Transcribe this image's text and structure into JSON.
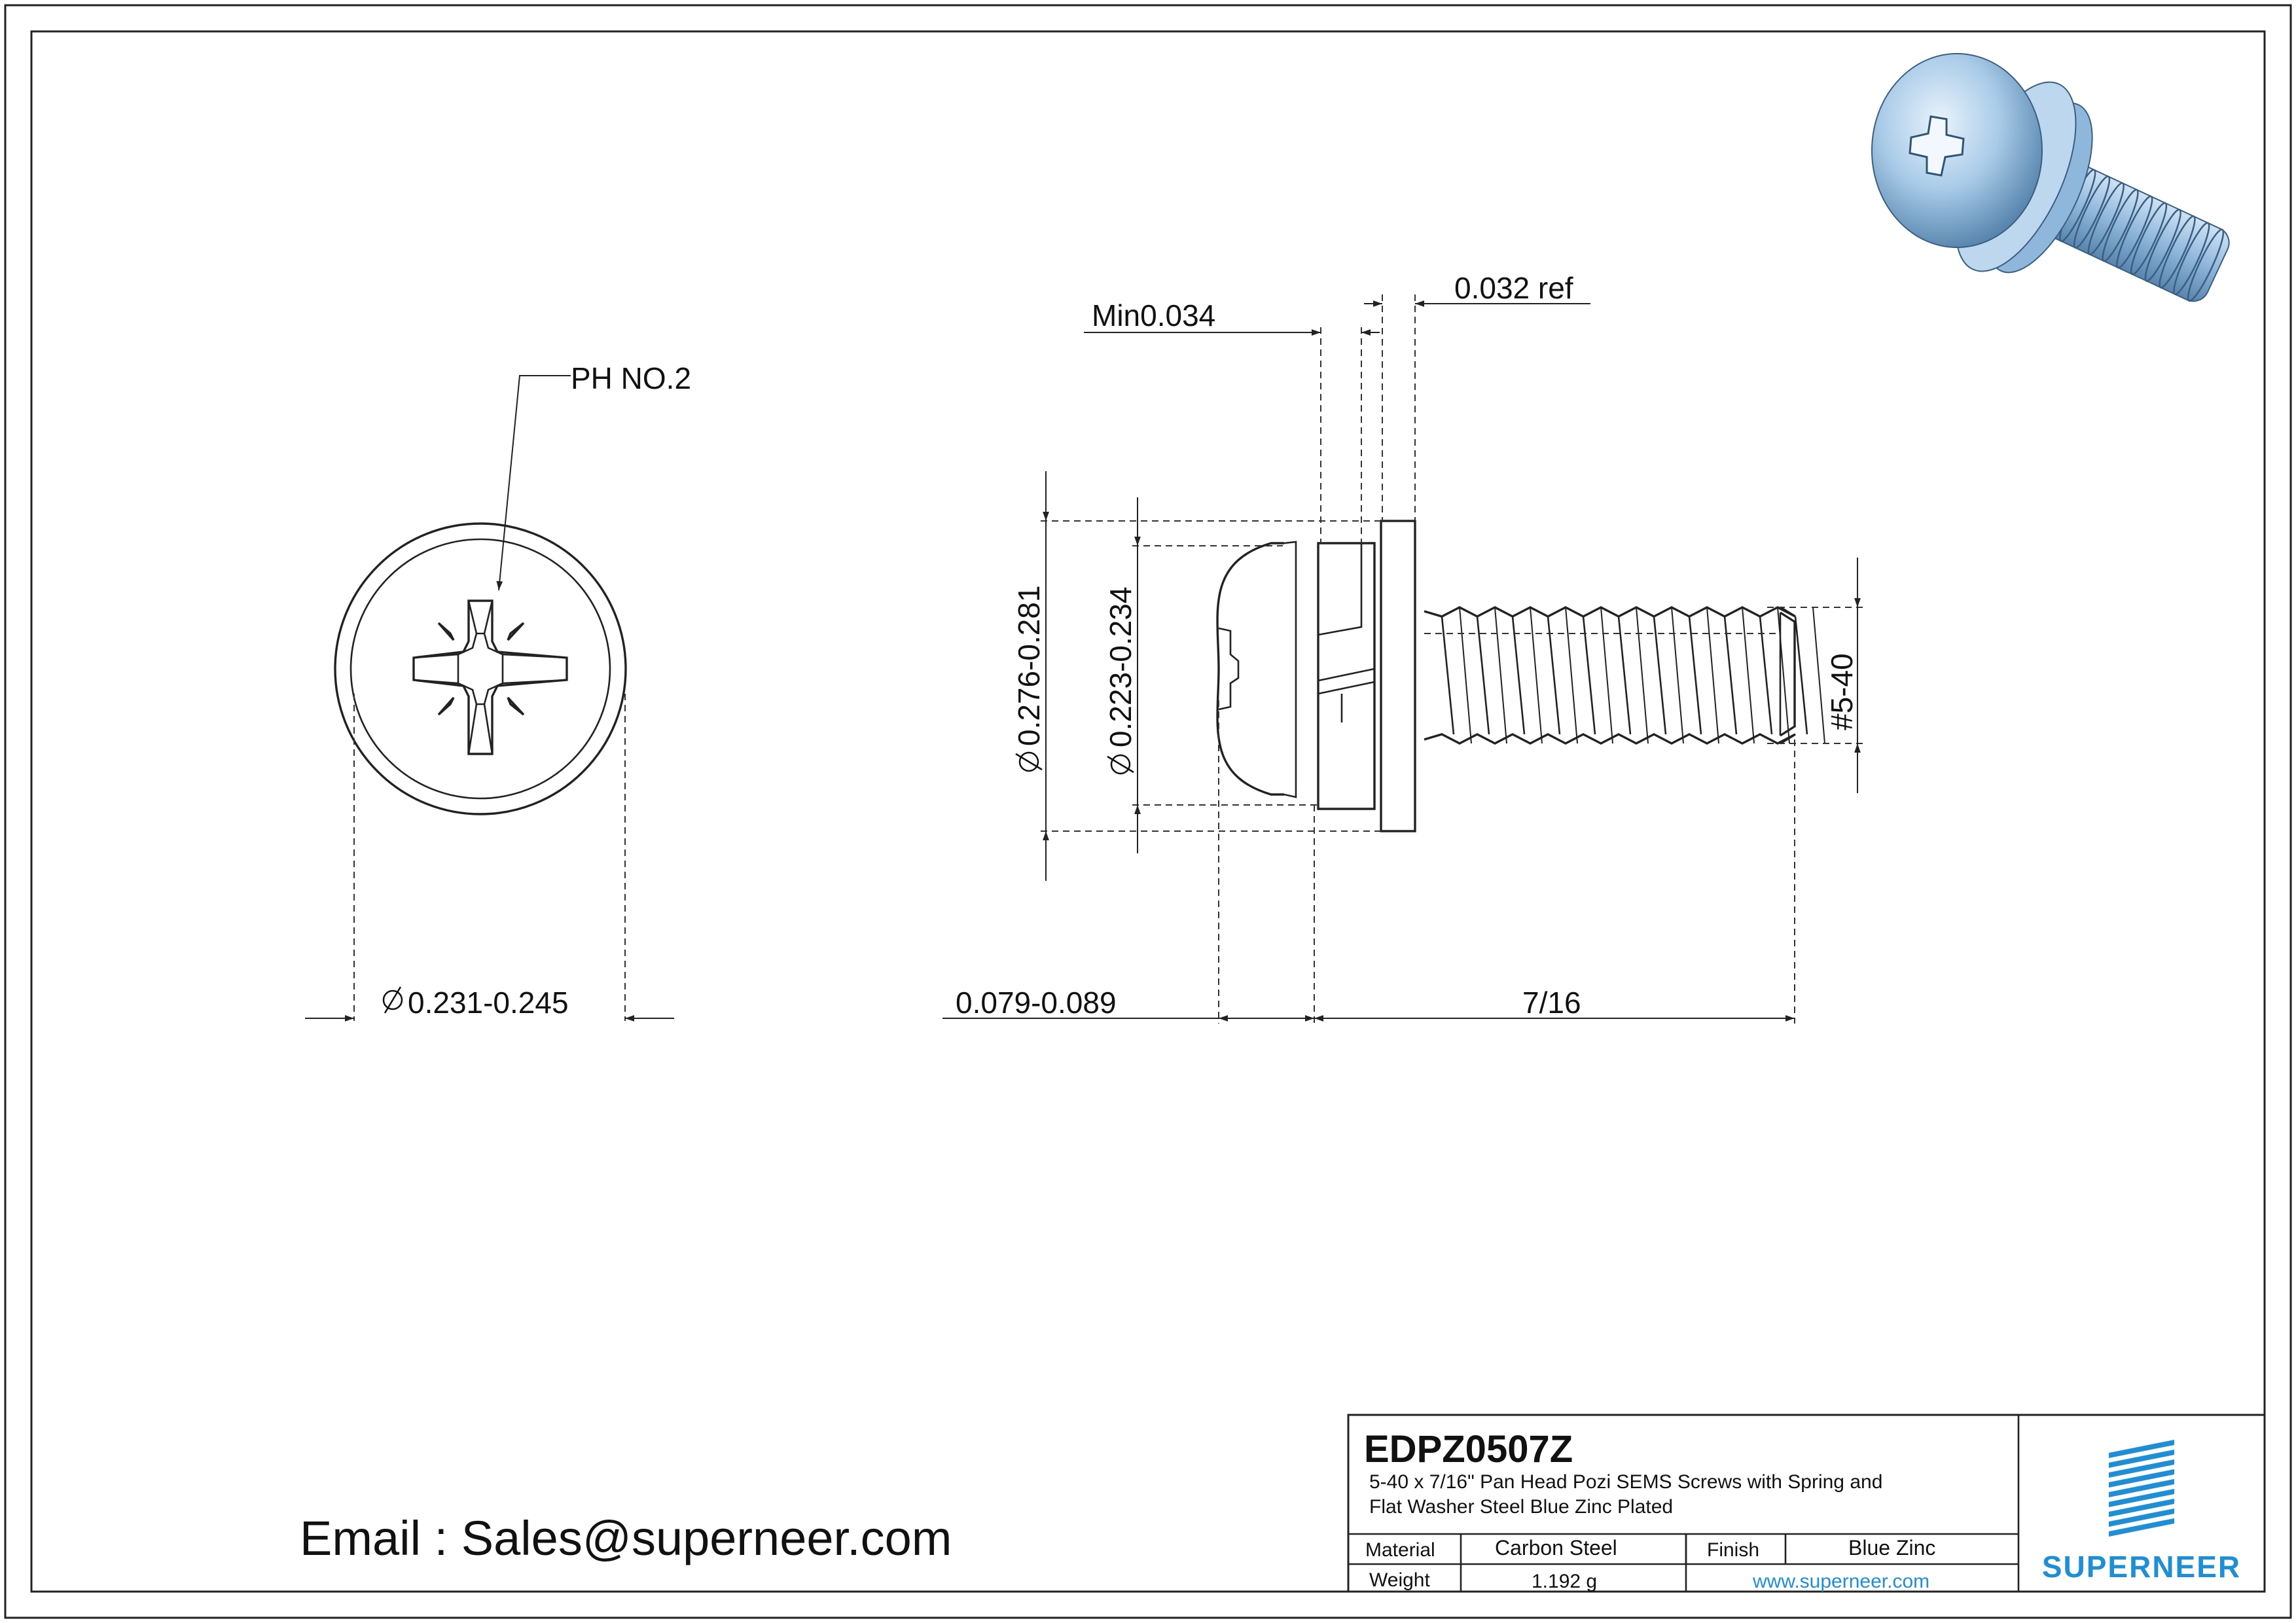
{
  "front_view": {
    "drive_label": "PH NO.2",
    "head_diameter": "0.231-0.245"
  },
  "side_view": {
    "washer_thickness": "Min0.034",
    "flat_washer_thickness": "0.032 ref",
    "washer_od": "0.276-0.281",
    "spring_washer_od": "0.223-0.234",
    "head_height": "0.079-0.089",
    "length": "7/16",
    "thread": "#5-40"
  },
  "contact": {
    "email": "Email : Sales@superneer.com"
  },
  "title_block": {
    "part_number": "EDPZ0507Z",
    "description_line1": "5-40 x 7/16\" Pan Head Pozi SEMS Screws with Spring and",
    "description_line2": "Flat Washer Steel Blue Zinc Plated",
    "material_label": "Material",
    "material_value": "Carbon Steel",
    "finish_label": "Finish",
    "finish_value": "Blue Zinc",
    "weight_label": "Weight",
    "weight_value": "1.192 g",
    "website": "www.superneer.com",
    "logo_text": "SUPERNEER",
    "brand_color": "#1e8fd6"
  },
  "preview": {
    "image_name": "blue-zinc-sems-screw-3d-render",
    "color": "#a9cbe8"
  }
}
